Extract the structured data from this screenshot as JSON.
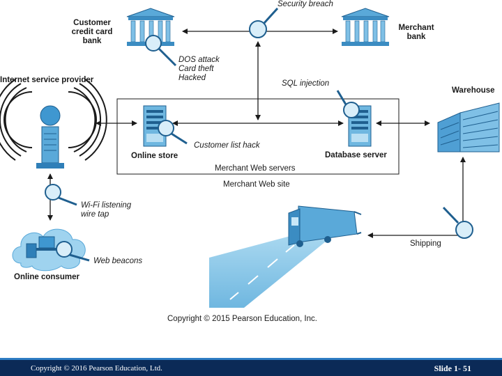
{
  "labels": {
    "customer_bank": [
      "Customer",
      "credit card",
      "bank"
    ],
    "merchant_bank": [
      "Merchant",
      "bank"
    ],
    "security_breach": "Security breach",
    "dos_attack": [
      "DOS attack",
      "Card theft",
      "Hacked"
    ],
    "isp": "Internet service provider",
    "sql_injection": "SQL injection",
    "warehouse": "Warehouse",
    "online_store": "Online store",
    "customer_list_hack": "Customer list hack",
    "database_server": "Database server",
    "merchant_web_servers": "Merchant Web servers",
    "merchant_web_site": "Merchant Web site",
    "wifi": [
      "Wi-Fi listening",
      "wire tap"
    ],
    "web_beacons": "Web beacons",
    "online_consumer": "Online consumer",
    "shipping": "Shipping",
    "copyright_pearson": "Copyright © 2015 Pearson Education, Inc."
  },
  "footer": {
    "copyright": "Copyright © 2016 Pearson Education, Ltd.",
    "slide": "Slide 1- 51"
  },
  "colors": {
    "icon_blue": "#5aa9d9",
    "icon_dark": "#1f5f8f",
    "footer_bg": "#0b2a57",
    "road": "#8cc8e8"
  },
  "icons": [
    "bank-icon",
    "magnifier-icon",
    "server-icon",
    "warehouse-icon",
    "truck-icon",
    "cloud-icon",
    "broadcast-icon"
  ]
}
